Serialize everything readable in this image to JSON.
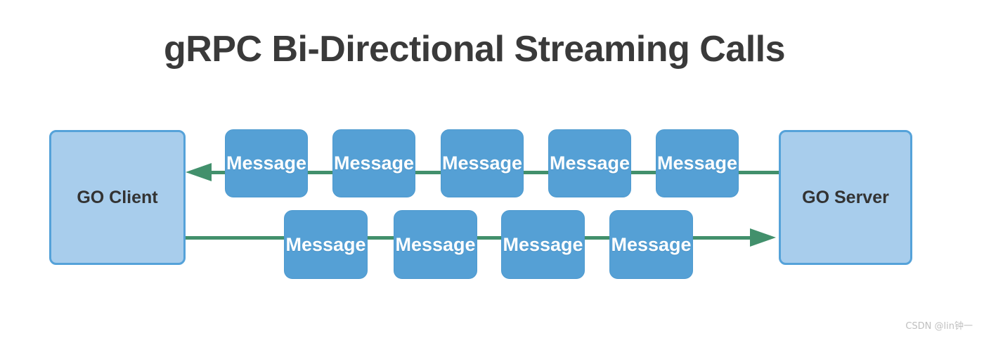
{
  "title": "gRPC Bi-Directional Streaming Calls",
  "diagram": {
    "client_label": "GO Client",
    "server_label": "GO Server",
    "top_stream": {
      "direction": "server-to-client",
      "messages": [
        "Message",
        "Message",
        "Message",
        "Message",
        "Message"
      ]
    },
    "bottom_stream": {
      "direction": "client-to-server",
      "messages": [
        "Message",
        "Message",
        "Message",
        "Message"
      ]
    }
  },
  "colors": {
    "title": "#3a3a3a",
    "node_fill": "#a8cdec",
    "node_border": "#55a2d9",
    "message_fill": "#55a0d5",
    "arrow_green": "#42906c",
    "watermark": "#bfbfbf"
  },
  "watermark": "CSDN @lin钟一"
}
